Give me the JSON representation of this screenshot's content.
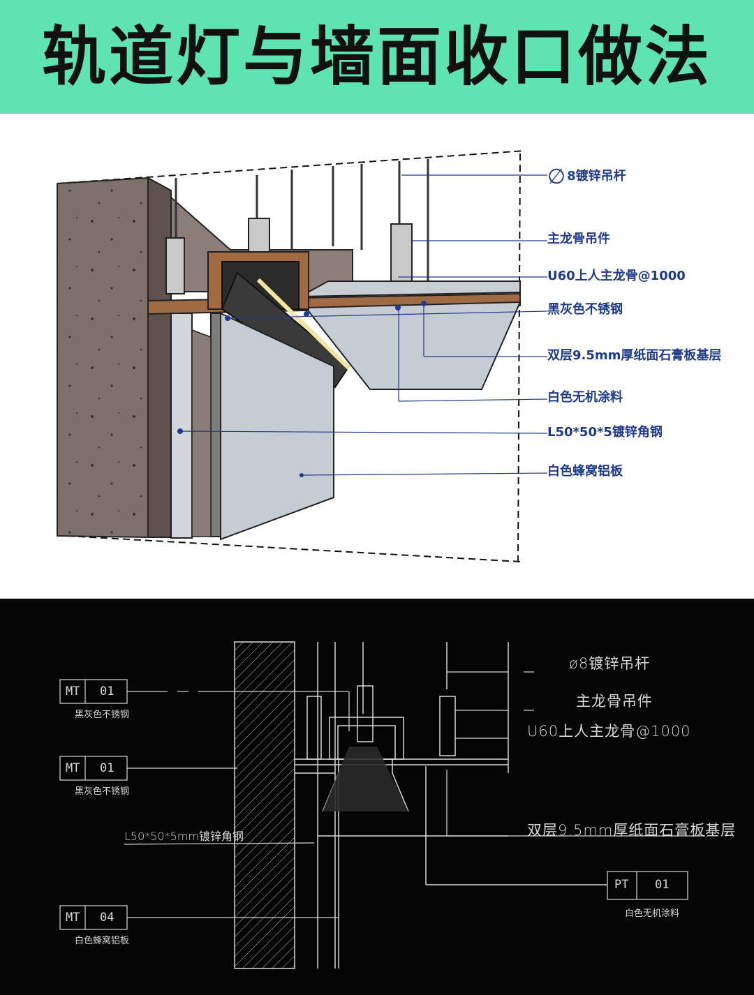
{
  "title": "轨道灯与墙面收口做法",
  "colors": {
    "banner": "#5fe3b2",
    "label_text": "#1f3a8a",
    "cad_background": "#050505",
    "cad_line": "#d8d8d8"
  },
  "iso_labels": [
    {
      "prefix": "∅",
      "text": "8镀锌吊杆"
    },
    {
      "prefix": "",
      "text": "主龙骨吊件"
    },
    {
      "prefix": "",
      "text": "U60上人主龙骨@1000"
    },
    {
      "prefix": "",
      "text": "黑灰色不锈钢"
    },
    {
      "prefix": "",
      "text": "双层9.5mm厚纸面石膏板基层"
    },
    {
      "prefix": "",
      "text": "白色无机涂料"
    },
    {
      "prefix": "",
      "text": "L50*50*5镀锌角钢"
    },
    {
      "prefix": "",
      "text": "白色蜂窝铝板"
    }
  ],
  "cad": {
    "left_tags": [
      {
        "code": "MT",
        "num": "01",
        "desc": "黑灰色不锈钢"
      },
      {
        "code": "MT",
        "num": "01",
        "desc": "黑灰色不锈钢"
      },
      {
        "code": "MT",
        "num": "04",
        "desc": "白色蜂窝铝板"
      }
    ],
    "angle_steel": "L50*50*5mm镀锌角钢",
    "right_notes": [
      "ø8镀锌吊杆",
      "主龙骨吊件",
      "U60上人主龙骨@1000",
      "双层9.5mm厚纸面石膏板基层"
    ],
    "right_tag": {
      "code": "PT",
      "num": "01",
      "desc": "白色无机涂料"
    }
  }
}
